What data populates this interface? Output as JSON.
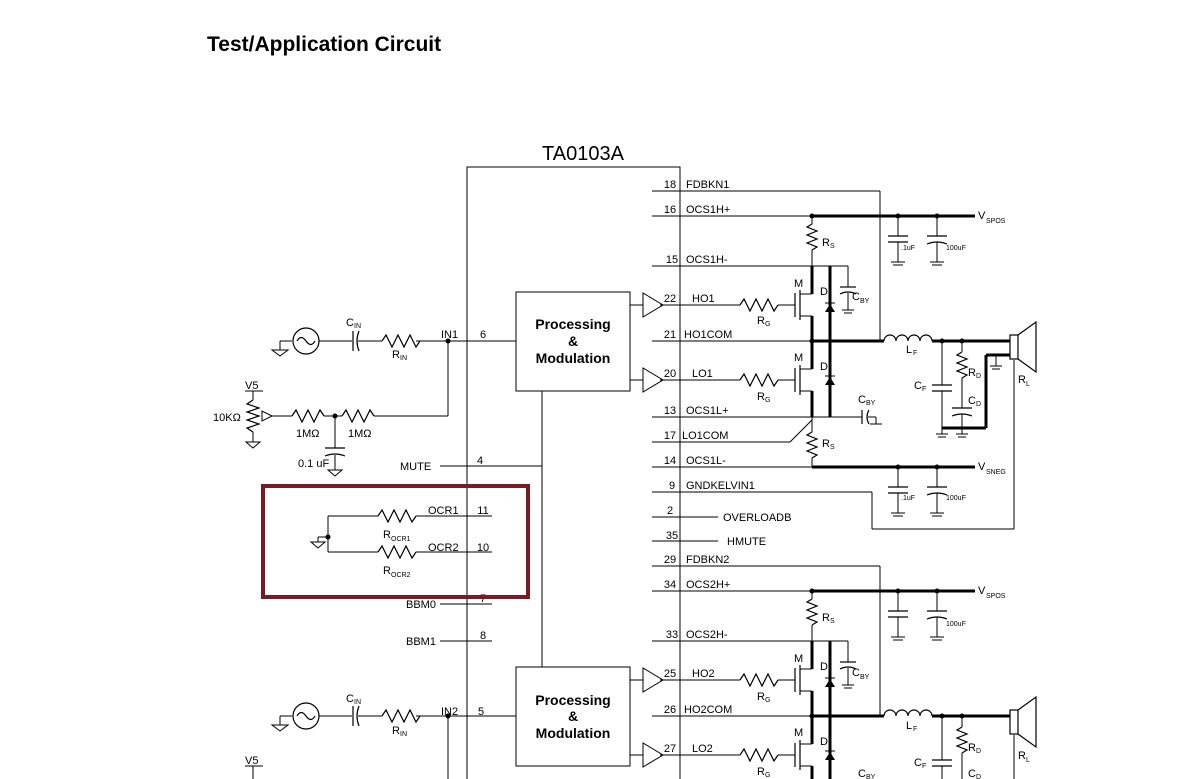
{
  "title": "Test/Application Circuit",
  "chip": "TA0103A",
  "block_label": [
    "Processing",
    "&",
    "Modulation"
  ],
  "pins_top": [
    {
      "num": "18",
      "name": "FDBKN1"
    },
    {
      "num": "16",
      "name": "OCS1H+"
    },
    {
      "num": "15",
      "name": "OCS1H-"
    },
    {
      "num": "22",
      "name": "HO1"
    },
    {
      "num": "21",
      "name": "HO1COM"
    },
    {
      "num": "20",
      "name": "LO1"
    },
    {
      "num": "13",
      "name": "OCS1L+"
    },
    {
      "num": "17",
      "name": "LO1COM"
    },
    {
      "num": "14",
      "name": "OCS1L-"
    },
    {
      "num": "9",
      "name": "GNDKELVIN1"
    },
    {
      "num": "2",
      "name": "OVERLOADB"
    },
    {
      "num": "35",
      "name": "HMUTE"
    }
  ],
  "pins_bottom": [
    {
      "num": "29",
      "name": "FDBKN2"
    },
    {
      "num": "34",
      "name": "OCS2H+"
    },
    {
      "num": "33",
      "name": "OCS2H-"
    },
    {
      "num": "25",
      "name": "HO2"
    },
    {
      "num": "26",
      "name": "HO2COM"
    },
    {
      "num": "27",
      "name": "LO2"
    }
  ],
  "pins_left": [
    {
      "num": "6",
      "name": "IN1"
    },
    {
      "num": "4",
      "name": "MUTE"
    },
    {
      "num": "11",
      "name": "OCR1"
    },
    {
      "num": "10",
      "name": "OCR2"
    },
    {
      "num": "7",
      "name": "BBM0"
    },
    {
      "num": "8",
      "name": "BBM1"
    },
    {
      "num": "5",
      "name": "IN2"
    }
  ],
  "labels": {
    "vspos": "V",
    "vspos_sub": "SPOS",
    "vsneg": "V",
    "vsneg_sub": "SNEG",
    "rs": "R",
    "rs_sub": "S",
    "rg": "R",
    "rg_sub": "G",
    "cby": "C",
    "cby_sub": "BY",
    "lf": "L",
    "lf_sub": "F",
    "cf": "C",
    "cf_sub": "F",
    "rd": "R",
    "rd_sub": "D",
    "cd": "C",
    "cd_sub": "D",
    "rl": "R",
    "rl_sub": "L",
    "cin": "C",
    "cin_sub": "IN",
    "rin": "R",
    "rin_sub": "IN",
    "rocr1": "R",
    "rocr1_sub": "OCR1",
    "rocr2": "R",
    "rocr2_sub": "OCR2",
    "m": "M",
    "d": "D",
    "cap_small": ".1uF",
    "cap_large": "100uF",
    "v5": "V5",
    "pot": "10KΩ",
    "r1m": "1MΩ",
    "c01": "0.1 uF"
  },
  "colors": {
    "highlight": "#7a1a24",
    "ink": "#000000",
    "background": "#ffffff"
  }
}
